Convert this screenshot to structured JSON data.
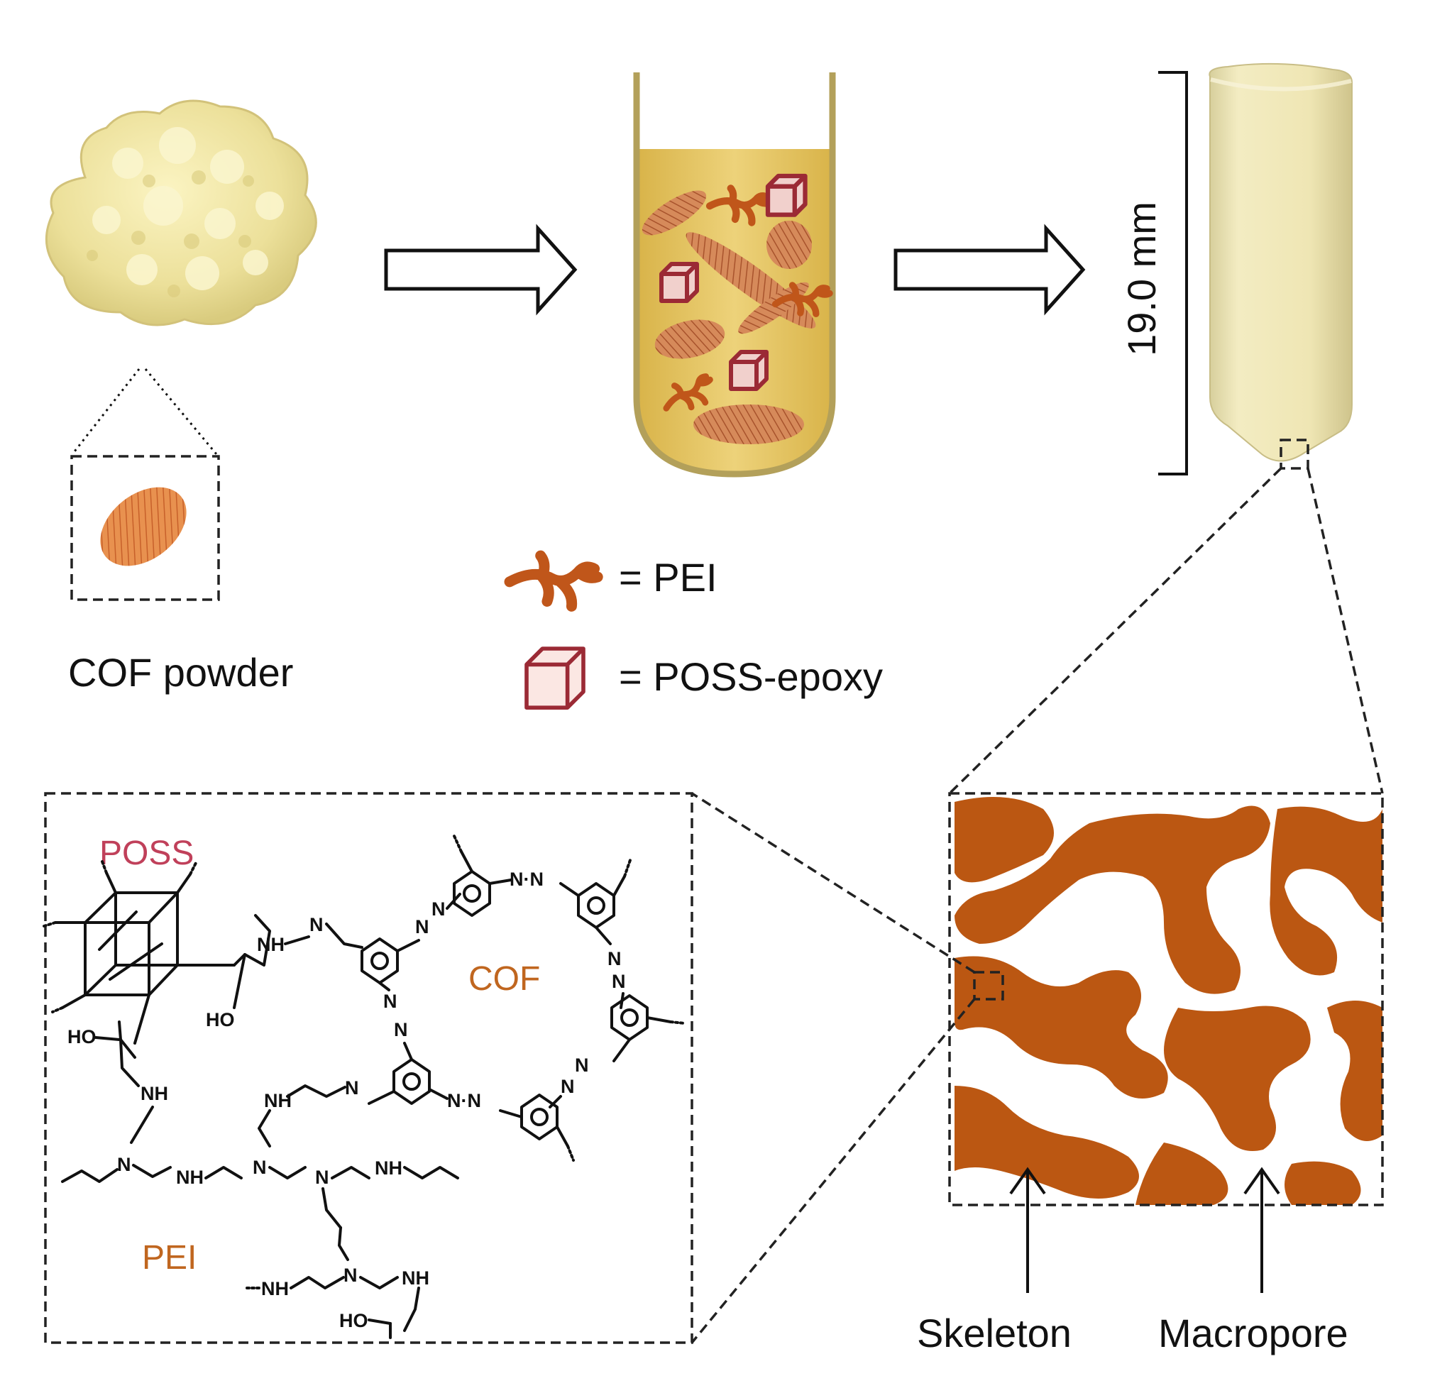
{
  "labels": {
    "cof_powder": "COF powder",
    "dimension": "19.0 mm",
    "skeleton": "Skeleton",
    "macropore": "Macropore"
  },
  "legend": {
    "pei": "= PEI",
    "poss_epoxy": "= POSS-epoxy"
  },
  "structure": {
    "poss": "POSS",
    "cof": "COF",
    "pei": "PEI",
    "groups": {
      "nh": "NH",
      "n": "N",
      "ho": "HO",
      "nn": "N·N",
      "n_dot": "N"
    }
  },
  "colors": {
    "cof_powder": "#f0e6a8",
    "monolith": "#efe6b4",
    "solution": "#e8c860",
    "tube_wall": "#b3a05a",
    "pei": "#c0561a",
    "poss": "#9b2a35",
    "poss_text": "#c0405a",
    "cof_crystal": "#e98a45",
    "skeleton": "#bb5712",
    "arrow": "#111111"
  },
  "icons": [
    "right-arrow-icon",
    "up-arrow-icon",
    "pei-branch-icon",
    "poss-cube-icon",
    "cof-crystal-icon"
  ]
}
